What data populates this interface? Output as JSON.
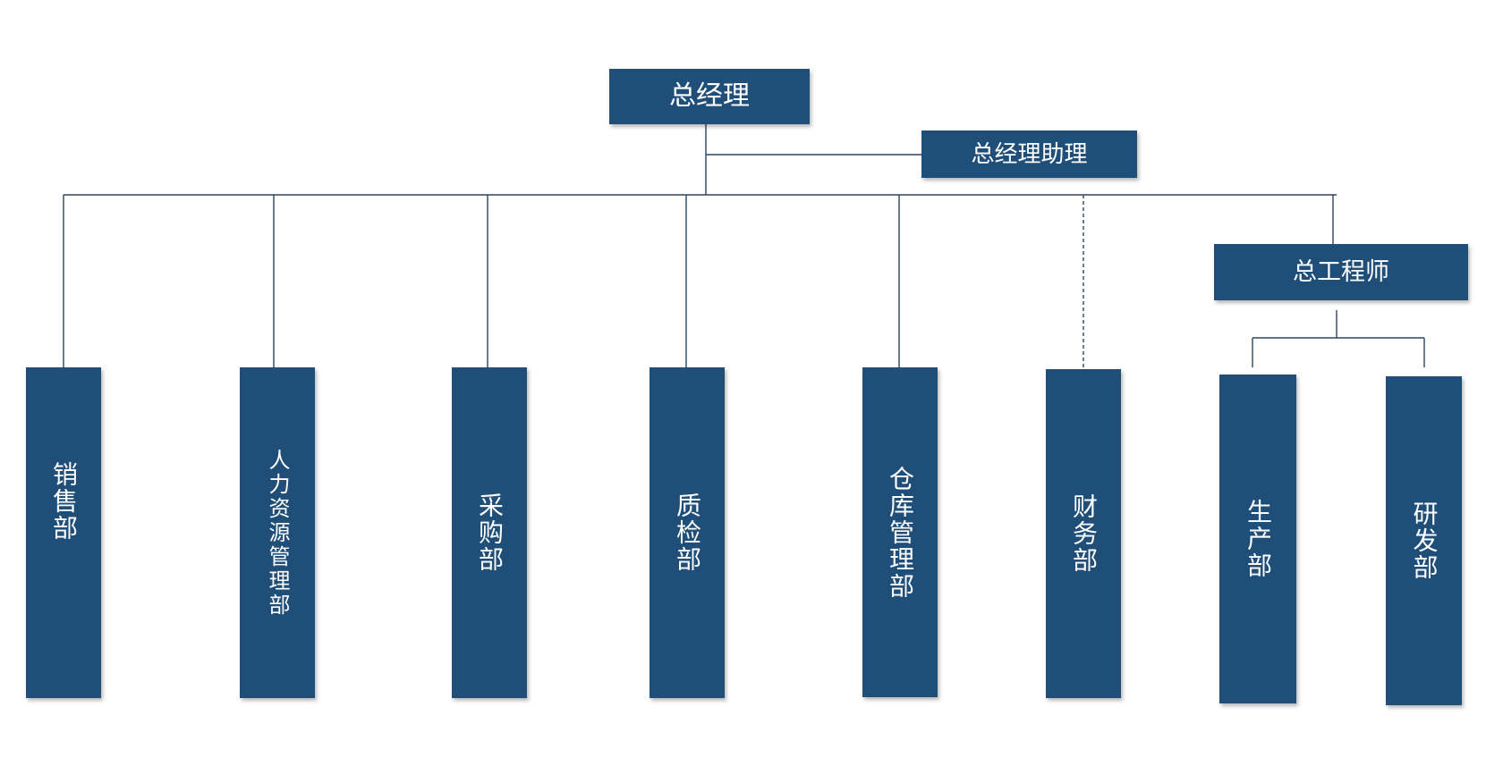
{
  "nodes": {
    "general_manager": "总经理",
    "gm_assistant": "总经理助理",
    "chief_engineer": "总工程师",
    "sales": "销售部",
    "hr": "人力资源管理部",
    "purchasing": "采购部",
    "quality": "质检部",
    "warehouse": "仓库管理部",
    "finance": "财务部",
    "production": "生产部",
    "rnd": "研发部"
  },
  "colors": {
    "box": "#1f4e79",
    "line": "#2e4560",
    "text": "#ffffff",
    "background": "#ffffff"
  }
}
